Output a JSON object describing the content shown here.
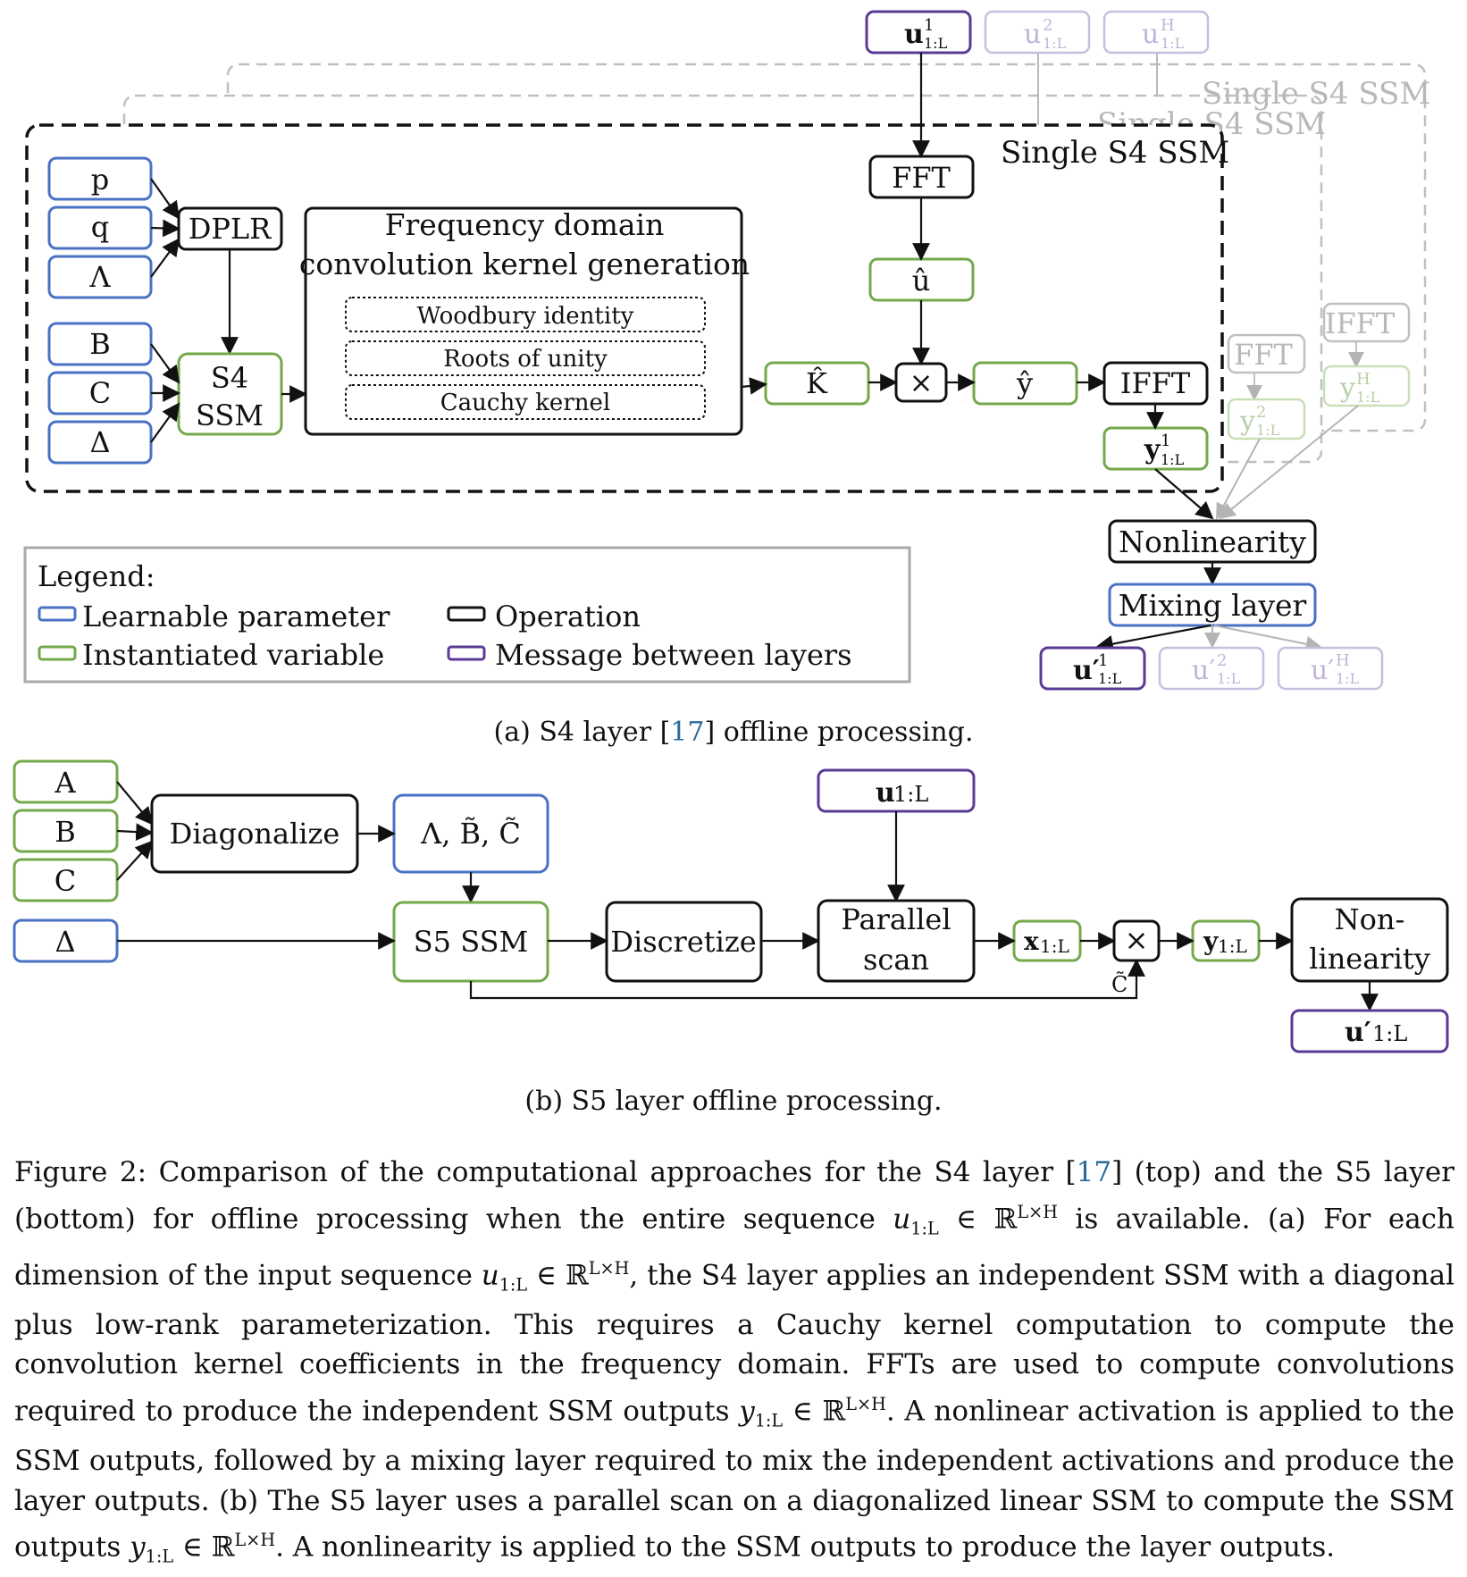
{
  "colors": {
    "learnable": "#4a72c4",
    "instantiated": "#74a84a",
    "operation": "#111111",
    "message": "#5b3a96",
    "ghost_border": "#b8b8b8",
    "ghost_text": "#b0b0b0",
    "ref_link": "#2a6a9a"
  },
  "s4": {
    "inputs": {
      "u1": "u",
      "u1_sup": "1",
      "u1_sub": "1:L",
      "u2": "u",
      "u2_sup": "2",
      "u2_sub": "1:L",
      "uH": "u",
      "uH_sup": "H",
      "uH_sub": "1:L"
    },
    "ssm_labels": {
      "front": "Single S4 SSM",
      "mid": "Single S4 SSM",
      "back": "Single S4 SSM"
    },
    "params": [
      "p",
      "q",
      "Λ",
      "B",
      "C",
      "Δ"
    ],
    "dplr": "DPLR",
    "s4_ssm": [
      "S4",
      "SSM"
    ],
    "kernel_title": [
      "Frequency domain",
      "convolution kernel generation"
    ],
    "kernel_steps": [
      "Woodbury identity",
      "Roots of unity",
      "Cauchy kernel"
    ],
    "fft": "FFT",
    "u_hat": "û",
    "k_hat": "K̂",
    "times": "×",
    "y_hat": "ŷ",
    "ifft": "IFFT",
    "y1": "y",
    "y1_sup": "1",
    "y1_sub": "1:L",
    "ghost_fft": "FFT",
    "ghost_ifft": "IFFT",
    "ghost_y2": "y",
    "ghost_y2_sup": "2",
    "ghost_y2_sub": "1:L",
    "ghost_yH": "y",
    "ghost_yH_sup": "H",
    "ghost_yH_sub": "1:L",
    "nonlinearity": "Nonlinearity",
    "mixing": "Mixing layer",
    "outputs": [
      {
        "base": "u′",
        "sup": "1",
        "sub": "1:L"
      },
      {
        "base": "u′",
        "sup": "2",
        "sub": "1:L"
      },
      {
        "base": "u′",
        "sup": "H",
        "sub": "1:L"
      }
    ]
  },
  "legend": {
    "title": "Legend:",
    "items": [
      "Learnable parameter",
      "Instantiated variable",
      "Operation",
      "Message between layers"
    ]
  },
  "caption_a": {
    "prefix": "(a) S4 layer [",
    "ref": "17",
    "suffix": "] offline processing."
  },
  "s5": {
    "params": [
      "A",
      "B",
      "C",
      "Δ"
    ],
    "diagonalize": "Diagonalize",
    "lambda_bc": "Λ, B̃, C̃",
    "s5_ssm": "S5 SSM",
    "discretize": "Discretize",
    "input": "u",
    "input_sub": "1:L",
    "parallel_scan": [
      "Parallel",
      "scan"
    ],
    "x": "x",
    "x_sub": "1:L",
    "times": "×",
    "c_tilde": "C̃",
    "y": "y",
    "y_sub": "1:L",
    "nonlinearity": [
      "Non-",
      "linearity"
    ],
    "output": "u′",
    "output_sub": "1:L"
  },
  "caption_b": "(b) S5 layer offline processing.",
  "figure_caption": {
    "p1": "Figure 2: Comparison of the computational approaches for the S4 layer [",
    "ref": "17",
    "p2": "] (top) and the S5 layer (bottom) for offline processing when the entire sequence ",
    "m1": "u",
    "m1_sub": "1:L",
    "m1_rest": " ∈ ℝ",
    "m1_sup": "L×H",
    "p3": " is available. (a) For each dimension of the input sequence ",
    "m2": "u",
    "m2_sub": "1:L",
    "m2_rest": " ∈ ℝ",
    "m2_sup": "L×H",
    "p4": ", the S4 layer applies an independent SSM with a diagonal plus low-rank parameterization. This requires a Cauchy kernel computation to compute the convolution kernel coefficients in the frequency domain. FFTs are used to compute convolutions required to produce the independent SSM outputs ",
    "m3": "y",
    "m3_sub": "1:L",
    "m3_rest": " ∈ ℝ",
    "m3_sup": "L×H",
    "p5": ". A nonlinear activation is applied to the SSM outputs, followed by a mixing layer required to mix the independent activations and produce the layer outputs. (b) The S5 layer uses a parallel scan on a diagonalized linear SSM to compute the SSM outputs ",
    "m4": "y",
    "m4_sub": "1:L",
    "m4_rest": " ∈ ℝ",
    "m4_sup": "L×H",
    "p6": ". A nonlinearity is applied to the SSM outputs to produce the layer outputs."
  }
}
